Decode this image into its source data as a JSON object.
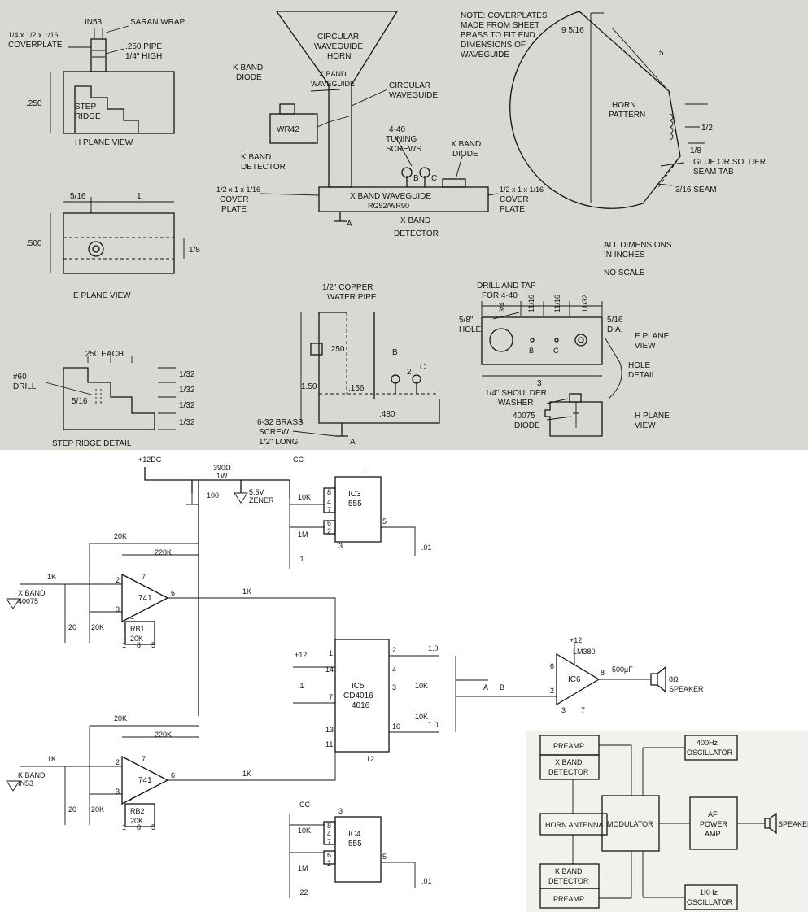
{
  "colors": {
    "top_panel_bg": "#d9d9d3",
    "ink": "#141414",
    "paper": "#ffffff"
  },
  "top": {
    "h_plane_view": {
      "in53": "IN53",
      "saran": "SARAN WRAP",
      "coverplate": "1/4 x 1/2 x 1/16",
      "coverplate2": "COVERPLATE",
      "pipe": ".250 PIPE",
      "pipe2": "1/4\" HIGH",
      "dim": ".250",
      "step": "STEP",
      "ridge": "RIDGE",
      "title": "H PLANE VIEW"
    },
    "e_plane_view_left": {
      "d1": "5/16",
      "d2": "1",
      "d3": ".500",
      "d4": "1/8",
      "title": "E PLANE VIEW"
    },
    "step_ridge": {
      "each": ".250 EACH",
      "drill1": "#60",
      "drill2": "DRILL",
      "d516": "5/16",
      "d1": "1/32",
      "d2": "1/32",
      "d3": "1/32",
      "d4": "1/32",
      "title": "STEP RIDGE DETAIL"
    },
    "horn_assembly": {
      "horn1": "CIRCULAR",
      "horn2": "WAVEGUIDE",
      "horn3": "HORN",
      "kdiode1": "K BAND",
      "kdiode2": "DIODE",
      "xwg1": "X BAND",
      "xwg2": "WAVEGUIDE",
      "cwg1": "CIRCULAR",
      "cwg2": "WAVEGUIDE",
      "wr42": "WR42",
      "kdet1": "K BAND",
      "kdet2": "DETECTOR",
      "tune1": "4-40",
      "tune2": "TUNING",
      "tune3": "SCREWS",
      "b": "B",
      "c": "C",
      "xdiode1": "X BAND",
      "xdiode2": "DIODE",
      "lcover1": "1/2 x 1 x 1/16",
      "lcover2": "COVER",
      "lcover3": "PLATE",
      "rcover1": "1/2 x 1 x 1/16",
      "rcover2": "COVER",
      "rcover3": "PLATE",
      "xwgbox1": "X BAND WAVEGUIDE",
      "xwgbox2": "RG52/WR90",
      "a": "A",
      "xdet1": "X BAND",
      "xdet2": "DETECTOR"
    },
    "note": {
      "l1": "NOTE: COVERPLATES",
      "l2": "MADE FROM SHEET",
      "l3": "BRASS TO FIT END",
      "l4": "DIMENSIONS OF",
      "l5": "WAVEGUIDE"
    },
    "horn_pattern": {
      "d1": "9 5/16",
      "d2": "5",
      "label1": "HORN",
      "label2": "PATTERN",
      "d3": "1/2",
      "d4": "1/8",
      "glue1": "GLUE OR SOLDER",
      "glue2": "SEAM TAB",
      "seam": "3/16 SEAM"
    },
    "all_dims": {
      "l1": "ALL DIMENSIONS",
      "l2": "IN INCHES",
      "l3": "NO SCALE"
    },
    "pipe_view": {
      "t1": "1/2\" COPPER",
      "t2": "WATER PIPE",
      "d250": ".250",
      "d150": "1.50",
      "d156": ".156",
      "d480": ".480",
      "b": "B",
      "c": "C",
      "two": "2",
      "screw1": "6-32 BRASS",
      "screw2": "SCREW",
      "screw3": "1/2\" LONG",
      "a": "A"
    },
    "hole_detail": {
      "drill1": "DRILL AND TAP",
      "drill2": "FOR 4-40",
      "h1": "5/8\"",
      "h2": "HOLE",
      "s1": "3/4",
      "s2": "11/16",
      "s3": "11/16",
      "s4": "11/32",
      "dia1": "5/16",
      "dia2": "DIA.",
      "b": "B",
      "c": "C",
      "three": "3",
      "eplane1": "E PLANE",
      "eplane2": "VIEW",
      "hole1": "HOLE",
      "hole2": "DETAIL",
      "washer1": "1/4\" SHOULDER",
      "washer2": "WASHER",
      "diode1": "40075",
      "diode2": "DIODE",
      "hplane1": "H PLANE",
      "hplane2": "VIEW"
    }
  },
  "schematic": {
    "vcc": "+12DC",
    "r390": "390Ω",
    "r390w": "1W",
    "c100": "100",
    "zener1": "5.5V",
    "zener2": "ZENER",
    "cc1": "CC",
    "r10k_a": "10K",
    "r1m_a": "1M",
    "c01_a": ".1",
    "ic3a": "IC3",
    "ic3b": "555",
    "c01b": ".01",
    "pin8a": "8",
    "pin4a": "4",
    "pin7a": "7",
    "pin6a": "6",
    "pin2a": "2",
    "pin3a": "3",
    "pin5a": "5",
    "pin1a": "1",
    "r20k_a": "20K",
    "r220k_a": "220K",
    "r1k_a": "1K",
    "xband1": "X BAND",
    "xband2": "40075",
    "oa1": "741",
    "c20_a": "20",
    "r20k_b": "20K",
    "rb1a": "RB1",
    "rb1b": "20K",
    "r1k_b": "1K",
    "p2a": "2",
    "p3a": "3",
    "p6a": "6",
    "p4a": "4",
    "p7a": "7",
    "p1a": "1",
    "p5a": "5",
    "p8a": "8",
    "v12b": "+12",
    "c01_c": ".1",
    "ic5a": "IC5",
    "ic5b": "CD4016",
    "ic5c": "4016",
    "ic5p1": "1",
    "ic5p14": "14",
    "ic5p7": "7",
    "ic5p13": "13",
    "ic5p2": "2",
    "ic5p4": "4",
    "ic5p3": "3",
    "ic5p10": "10",
    "ic5p11": "11",
    "ic5p12": "12",
    "c1a": "1.0",
    "c1b": "1.0",
    "r10k_c": "10K",
    "r10k_d": "10K",
    "nodeA": "A",
    "nodeB": "B",
    "r20k_c": "20K",
    "r220k_b": "220K",
    "r1k_c": "1K",
    "kband1": "K BAND",
    "kband2": "IN53",
    "oa2": "741",
    "c20_b": "20",
    "r20k_d": "20K",
    "rb2a": "RB2",
    "rb2b": "20K",
    "r1k_d": "1K",
    "p2b": "2",
    "p3b": "3",
    "p6b": "6",
    "p4b": "4",
    "p7b": "7",
    "p1b": "1",
    "p5b": "5",
    "p8b": "8",
    "cc2": "CC",
    "r10k_e": "10K",
    "r1m_b": "1M",
    "c22": ".22",
    "ic4a": "IC4",
    "ic4b": "555",
    "c01_d": ".01",
    "pin8b": "8",
    "pin4b": "4",
    "pin7b": "7",
    "pin6b": "6",
    "pin2b": "2",
    "pin3b": "3",
    "pin5b": "5",
    "v12c": "+12",
    "lm380": "LM380",
    "ic6": "IC6",
    "c500": "500µF",
    "spk1": "8Ω",
    "spk2": "SPEAKER",
    "ic6p6": "6",
    "ic6p2": "2",
    "ic6p8": "8",
    "ic6p3": "3",
    "ic6p7": "7"
  },
  "block": {
    "preamp1": "PREAMP",
    "xdet1": "X BAND",
    "xdet2": "DETECTOR",
    "osc400a": "400Hz",
    "osc400b": "OSCILLATOR",
    "horn": "HORN ANTENNA",
    "mod": "MODULATOR",
    "af1": "AF",
    "af2": "POWER",
    "af3": "AMP",
    "speaker": "SPEAKER",
    "kdet1": "K BAND",
    "kdet2": "DETECTOR",
    "preamp2": "PREAMP",
    "osc1ka": "1KHz",
    "osc1kb": "OSCILLATOR"
  }
}
